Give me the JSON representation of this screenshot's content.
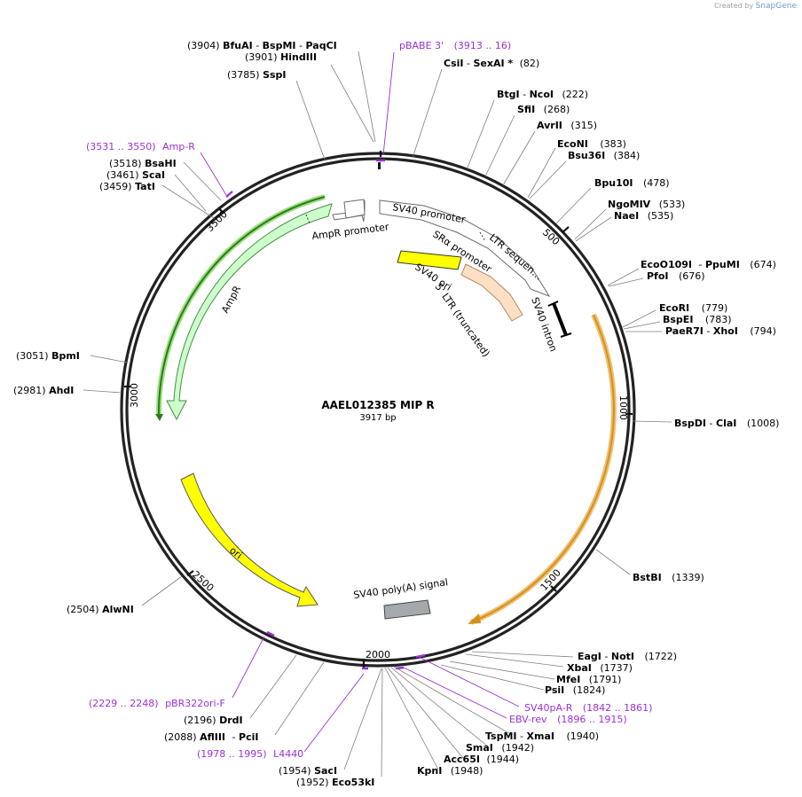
{
  "credit": {
    "prefix": "Created by",
    "brand": "SnapGene"
  },
  "plasmid": {
    "name": "AAEL012385 MIP R",
    "size": "3917 bp",
    "length": 3917
  },
  "ticks": [
    "500",
    "1000",
    "1500",
    "2000",
    "2500",
    "3000",
    "3500"
  ],
  "features": [
    {
      "label": "SV40 promoter",
      "color": "#ffffff"
    },
    {
      "label": "LTR sequen…",
      "color": "#ffffff"
    },
    {
      "label": "SRα promoter",
      "color": "#ffffff"
    },
    {
      "label": "SV40 ori",
      "color": "#ffff00"
    },
    {
      "label": "5' LTR (truncated)",
      "color": "#fde0c4"
    },
    {
      "label": "SV40 intron",
      "color": "#000000"
    },
    {
      "label": "AmpR promoter",
      "color": "#ffffff"
    },
    {
      "label": "AmpR",
      "color": "#ccffcc"
    },
    {
      "label": "ori",
      "color": "#ffff00"
    },
    {
      "label": "SV40 poly(A) signal",
      "color": "#a6a9ab"
    }
  ],
  "sites": {
    "bfuai": {
      "pos": "(3904)",
      "name": "BfuAI",
      "sep": "-",
      "name2": "BspMI",
      "sep2": "-",
      "name3": "PaqCI"
    },
    "hindiii": {
      "pos": "(3901)",
      "name": "HindIII"
    },
    "sspi": {
      "pos": "(3785)",
      "name": "SspI"
    },
    "pbabe": {
      "name": "pBABE 3'",
      "range": "(3913 .. 16)"
    },
    "csii": {
      "name": "CsiI",
      "sep": "-",
      "name2": "SexAI *",
      "pos": "(82)"
    },
    "btgi": {
      "name": "BtgI",
      "sep": "-",
      "name2": "NcoI",
      "pos": "(222)"
    },
    "sfii": {
      "name": "SfiI",
      "pos": "(268)"
    },
    "avrii": {
      "name": "AvrII",
      "pos": "(315)"
    },
    "econi": {
      "name": "EcoNI",
      "pos": "(383)"
    },
    "bsu36i": {
      "name": "Bsu36I",
      "pos": "(384)"
    },
    "bpu10i": {
      "name": "Bpu10I",
      "pos": "(478)"
    },
    "ngomiv": {
      "name": "NgoMIV",
      "pos": "(533)"
    },
    "naei": {
      "name": "NaeI",
      "pos": "(535)"
    },
    "ecoo109i": {
      "name": "EcoO109I",
      "sep": "-",
      "name2": "PpuMI",
      "pos": "(674)"
    },
    "pfoi": {
      "name": "PfoI",
      "pos": "(676)"
    },
    "ecori": {
      "name": "EcoRI",
      "pos": "(779)"
    },
    "bspei": {
      "name": "BspEI",
      "pos": "(783)"
    },
    "paer7i": {
      "name": "PaeR7I",
      "sep": "-",
      "name2": "XhoI",
      "pos": "(794)"
    },
    "bspdi": {
      "name": "BspDI",
      "sep": "-",
      "name2": "ClaI",
      "pos": "(1008)"
    },
    "bstbi": {
      "name": "BstBI",
      "pos": "(1339)"
    },
    "eagi": {
      "name": "EagI",
      "sep": "-",
      "name2": "NotI",
      "pos": "(1722)"
    },
    "xbai": {
      "name": "XbaI",
      "pos": "(1737)"
    },
    "mfei": {
      "name": "MfeI",
      "pos": "(1791)"
    },
    "psii": {
      "name": "PsiI",
      "pos": "(1824)"
    },
    "sv40pa": {
      "name": "SV40pA-R",
      "range": "(1842 .. 1861)"
    },
    "ebv": {
      "name": "EBV-rev",
      "range": "(1896 .. 1915)"
    },
    "tspmi": {
      "name": "TspMI",
      "sep": "-",
      "name2": "XmaI",
      "pos": "(1940)"
    },
    "smai": {
      "name": "SmaI",
      "pos": "(1942)"
    },
    "acc65i": {
      "name": "Acc65I",
      "pos": "(1944)"
    },
    "kpni": {
      "name": "KpnI",
      "pos": "(1948)"
    },
    "saci": {
      "pos": "(1954)",
      "name": "SacI"
    },
    "eco53ki": {
      "pos": "(1952)",
      "name": "Eco53kI"
    },
    "l4440": {
      "range": "(1978 .. 1995)",
      "name": "L4440"
    },
    "afliii": {
      "pos": "(2088)",
      "name": "AflIII",
      "sep": "-",
      "name2": "PciI"
    },
    "drdi": {
      "pos": "(2196)",
      "name": "DrdI"
    },
    "pbr322": {
      "range": "(2229 .. 2248)",
      "name": "pBR322ori-F"
    },
    "alwni": {
      "pos": "(2504)",
      "name": "AlwNI"
    },
    "ahdi": {
      "pos": "(2981)",
      "name": "AhdI"
    },
    "bpmi": {
      "pos": "(3051)",
      "name": "BpmI"
    },
    "tati": {
      "pos": "(3459)",
      "name": "TatI"
    },
    "scai": {
      "pos": "(3461)",
      "name": "ScaI"
    },
    "bsahi": {
      "pos": "(3518)",
      "name": "BsaHI"
    },
    "ampr": {
      "range": "(3531 .. 3550)",
      "name": "Amp-R"
    }
  }
}
